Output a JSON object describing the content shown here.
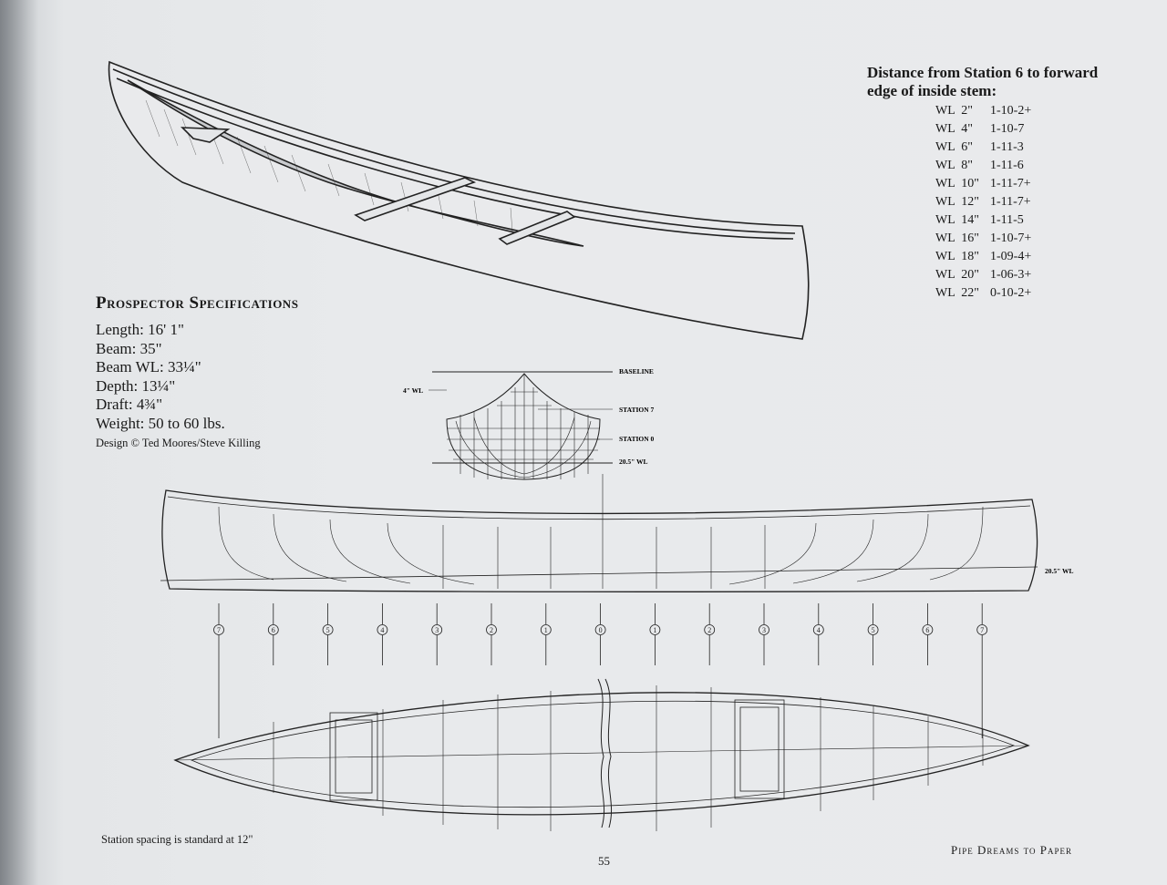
{
  "specifications": {
    "title": "Prospector Specifications",
    "items": [
      "Length: 16' 1\"",
      "Beam: 35\"",
      "Beam WL: 33¼\"",
      "Depth: 13¼\"",
      "Draft: 4¾\"",
      "Weight: 50 to 60 lbs."
    ],
    "credit": "Design © Ted Moores/Steve Killing"
  },
  "distance": {
    "heading": "Distance from Station 6 to forward edge of inside stem:",
    "rows": [
      {
        "wl": "WL  2\"",
        "value": "1-10-2+"
      },
      {
        "wl": "WL  4\"",
        "value": "1-10-7"
      },
      {
        "wl": "WL  6\"",
        "value": "1-11-3"
      },
      {
        "wl": "WL  8\"",
        "value": "1-11-6"
      },
      {
        "wl": "WL  10\"",
        "value": "1-11-7+"
      },
      {
        "wl": "WL  12\"",
        "value": "1-11-7+"
      },
      {
        "wl": "WL  14\"",
        "value": "1-11-5"
      },
      {
        "wl": "WL  16\"",
        "value": "1-10-7+"
      },
      {
        "wl": "WL  18\"",
        "value": "1-09-4+"
      },
      {
        "wl": "WL  20\"",
        "value": "1-06-3+"
      },
      {
        "wl": "WL  22\"",
        "value": "0-10-2+"
      }
    ]
  },
  "body_plan": {
    "labels": {
      "baseline": "BASELINE",
      "wl4": "4\" WL",
      "station7": "STATION 7",
      "station0": "STATION 0",
      "wl205": "20.5\" WL"
    }
  },
  "profile": {
    "wl_label": "20.5\" WL"
  },
  "stations": [
    "7",
    "6",
    "5",
    "4",
    "3",
    "2",
    "1",
    "0",
    "1",
    "2",
    "3",
    "4",
    "5",
    "6",
    "7"
  ],
  "footnote": "Station spacing is standard at 12\"",
  "page_number": "55",
  "running_footer": "Pipe Dreams to Paper"
}
